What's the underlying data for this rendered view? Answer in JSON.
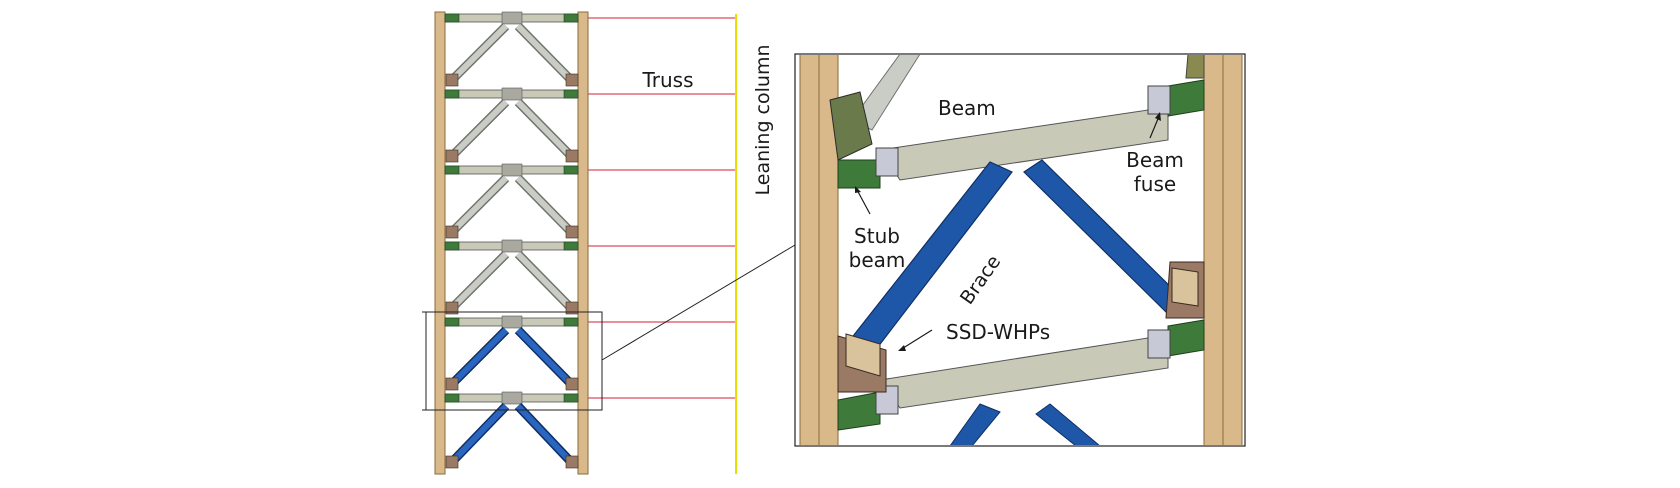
{
  "labels": {
    "truss": "Truss",
    "leaning_column": "Leaning  column",
    "beam": "Beam",
    "beam_fuse_line1": "Beam",
    "beam_fuse_line2": "fuse",
    "stub_beam_line1": "Stub",
    "stub_beam_line2": "beam",
    "brace": "Brace",
    "ssd_whps": "SSD-WHPs"
  },
  "colors": {
    "column": "#d9b98a",
    "column_edge": "#8a6a3a",
    "beam": "#c9c9b8",
    "stub_beam": "#3e7b3a",
    "brace_blue": "#1f57a8",
    "brace_grey": "#b8bdb5",
    "connector_line": "#e06a7a",
    "leaning_column": "#e8e000",
    "plate": "#d8c39c",
    "plate_dark": "#9a7a64"
  }
}
